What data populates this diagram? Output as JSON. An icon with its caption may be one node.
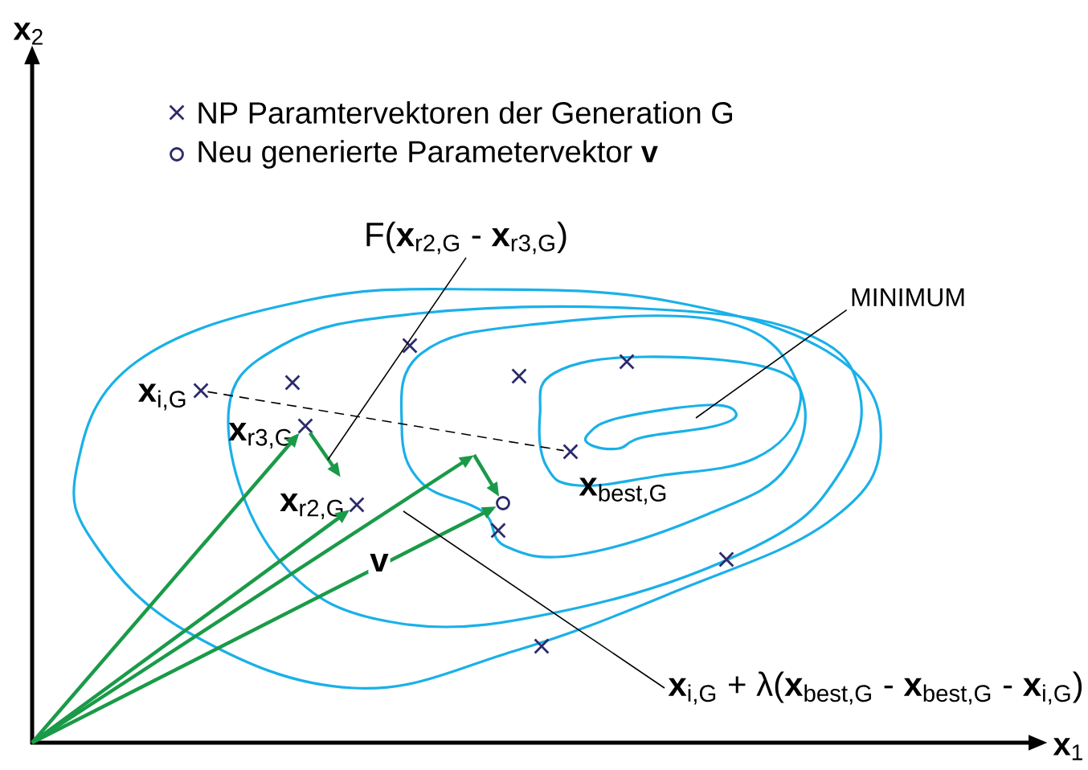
{
  "diagram": {
    "nodes": [
      {
        "text": [],
        "shape": "cross",
        "beside": [
          "**x**$_{i,G}$"
        ]
      },
      {
        "text": [],
        "shape": "cross"
      },
      {
        "text": [],
        "shape": "cross"
      },
      {
        "text": [],
        "shape": "cross"
      },
      {
        "text": [],
        "shape": "cross"
      },
      {
        "text": [],
        "shape": "cross",
        "beside": [
          "**x**$_{r3,G}$"
        ]
      },
      {
        "text": [],
        "shape": "cross",
        "beside": [
          "**x**$_{best,G}$"
        ]
      },
      {
        "text": [],
        "shape": "cross",
        "beside": [
          "**x**$_{r2,G}$"
        ]
      },
      {
        "text": [],
        "shape": "circle"
      },
      {
        "text": [],
        "shape": "cross"
      },
      {
        "text": [],
        "shape": "cross"
      },
      {
        "text": [],
        "shape": "cross"
      },
      {
        "text": [
          "MINIMUM"
        ]
      },
      {
        "text": [
          "F(**x**$_{r2,G}$ - **x**$_{r3,G}$)"
        ]
      },
      {
        "text": [
          "**x**$_{i,G}$ + λ(**x**$_{best,G}$ - **x**$_{best,G}$ - **x**$_{i,G}$)"
        ]
      }
    ],
    "edges": [
      {
        "from": 0,
        "to": 6,
        "arrow": "none",
        "style": "dashed",
        "color": "#000000"
      },
      {
        "from": null,
        "to": 5,
        "arrow": "to"
      },
      {
        "from": null,
        "to": 7,
        "arrow": "to"
      },
      {
        "from": null,
        "to": 8,
        "arrow": "to",
        "label": "v"
      },
      {
        "from": 5,
        "to": null,
        "arrow": "to"
      },
      {
        "from": null,
        "to": 8,
        "arrow": "to"
      },
      {
        "from": 12,
        "to": null,
        "arrow": "none",
        "color": "#000000"
      },
      {
        "from": 13,
        "to": null,
        "arrow": "none",
        "color": "#000000"
      },
      {
        "from": 14,
        "to": null,
        "arrow": "none",
        "color": "#000000"
      }
    ],
    "labels": [
      "**x**$_{2}$",
      "**x**$_{1}$"
    ],
    "legend": [
      {
        "text": "NP Paramtervektoren der Generation G"
      },
      {
        "text": "Neu generierte Parametervektor **v**"
      }
    ]
  }
}
